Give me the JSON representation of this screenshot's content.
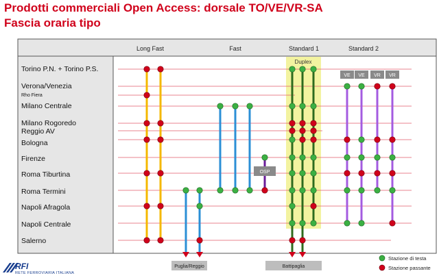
{
  "header": {
    "title_line1": "Prodotti commerciali Open Access: dorsale TO/VE/VR-SA",
    "title_line2": "Fascia oraria tipo"
  },
  "columns": [
    "Long Fast",
    "Fast",
    "Standard 1",
    "Standard 2"
  ],
  "stations": [
    {
      "name": "Torino P.N. + Torino P.S.",
      "small": false
    },
    {
      "name": "Verona/Venezia",
      "small": false
    },
    {
      "name": "Rho Fiera",
      "small": true
    },
    {
      "name": "Milano Centrale",
      "small": false
    },
    {
      "name": "Milano Rogoredo",
      "small": false
    },
    {
      "name": "Reggio AV",
      "small": false
    },
    {
      "name": "Bologna",
      "small": false
    },
    {
      "name": "Firenze",
      "small": false
    },
    {
      "name": "Roma Tiburtina",
      "small": false
    },
    {
      "name": "Roma Termini",
      "small": false
    },
    {
      "name": "Napoli Afragola",
      "small": false
    },
    {
      "name": "Napoli Centrale",
      "small": false
    },
    {
      "name": "Salerno",
      "small": false
    }
  ],
  "labels": {
    "duplex": "Duplex",
    "osp": "OSP",
    "std2_tags": [
      "VE",
      "VE",
      "VR",
      "VR"
    ],
    "dest_puglia": "Puglia/Reggio",
    "dest_battipaglia": "Battipaglia"
  },
  "legend": {
    "head": "Stazione di testa",
    "pass": "Stazione passante"
  },
  "colors": {
    "title": "#d0021b",
    "long_fast": "#f5b800",
    "fast": "#2b8fd6",
    "osp_line": "#6a1b9a",
    "standard1": "#2e6b1e",
    "standard2": "#a45be0",
    "duplex_band": "#f3f3a0",
    "station_head": "#3cb043",
    "station_pass": "#d0021b",
    "panel": "#e6e6e6"
  },
  "logo": {
    "text": "RFI",
    "subtitle": "RETE FERROVIARIA ITALIANA"
  }
}
